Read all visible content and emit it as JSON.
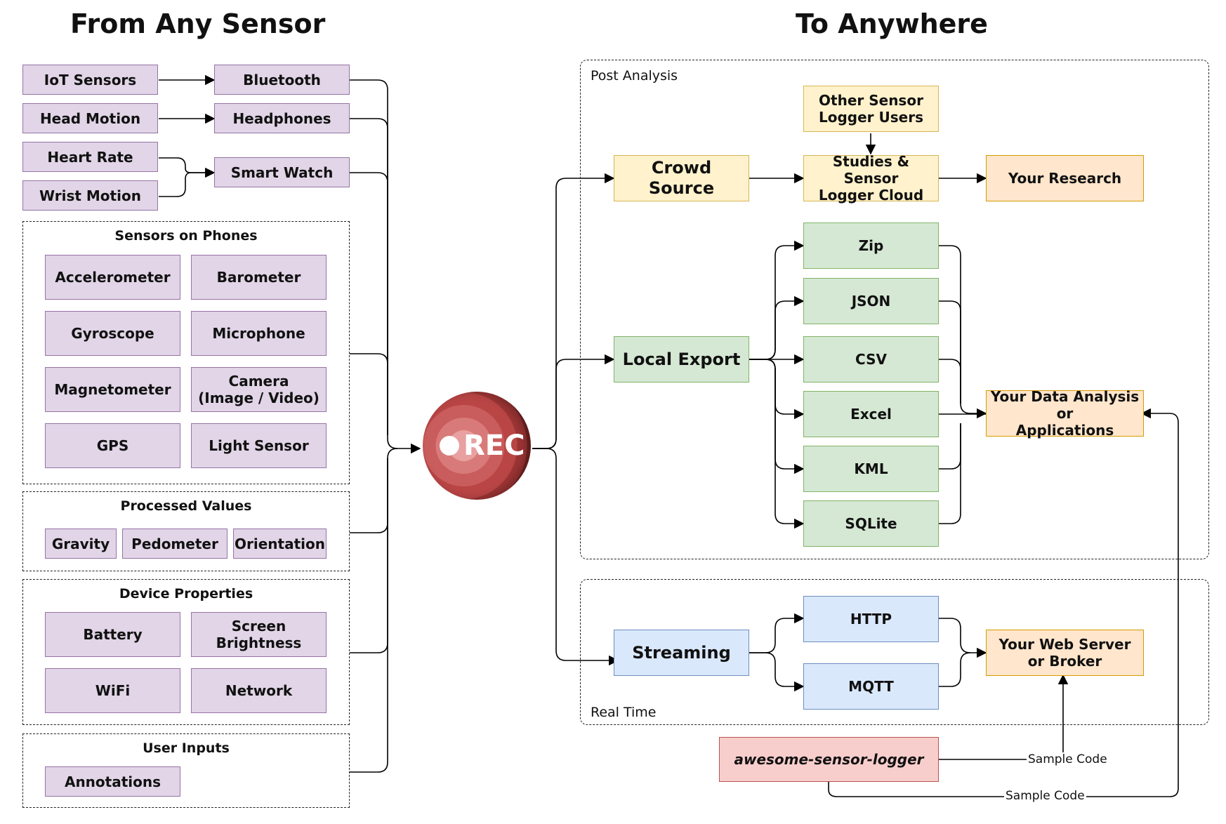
{
  "headings": {
    "left": "From Any Sensor",
    "right": "To Anywhere"
  },
  "sources": {
    "iot": "IoT Sensors",
    "head_motion": "Head Motion",
    "heart_rate": "Heart Rate",
    "wrist_motion": "Wrist Motion",
    "bluetooth": "Bluetooth",
    "headphones": "Headphones",
    "smart_watch": "Smart Watch"
  },
  "groups": {
    "phone_sensors": {
      "title": "Sensors on Phones",
      "items": [
        "Accelerometer",
        "Barometer",
        "Gyroscope",
        "Microphone",
        "Magnetometer",
        "Camera\n(Image / Video)",
        "GPS",
        "Light Sensor"
      ]
    },
    "processed": {
      "title": "Processed Values",
      "items": [
        "Gravity",
        "Pedometer",
        "Orientation"
      ]
    },
    "device": {
      "title": "Device Properties",
      "items": [
        "Battery",
        "Screen\nBrightness",
        "WiFi",
        "Network"
      ]
    },
    "user_inputs": {
      "title": "User Inputs",
      "items": [
        "Annotations"
      ]
    }
  },
  "rec": {
    "label": "REC",
    "colors": [
      "#e8a0a0",
      "#d97a7a",
      "#c95c5c",
      "#b94545",
      "#7a2525"
    ]
  },
  "post_analysis": {
    "label": "Post Analysis",
    "crowd_source": "Crowd Source",
    "other_users": "Other Sensor\nLogger Users",
    "cloud": "Studies & Sensor\nLogger Cloud",
    "research": "Your Research",
    "local_export": "Local Export",
    "formats": [
      "Zip",
      "JSON",
      "CSV",
      "Excel",
      "KML",
      "SQLite"
    ],
    "analysis": "Your Data Analysis or\nApplications"
  },
  "real_time": {
    "label": "Real Time",
    "streaming": "Streaming",
    "http": "HTTP",
    "mqtt": "MQTT",
    "server": "Your Web Server\nor Broker"
  },
  "awesome": {
    "label": "awesome-sensor-logger",
    "sample_code_1": "Sample Code",
    "sample_code_2": "Sample Code"
  },
  "colors": {
    "purple_fill": "#e1d5e7",
    "purple_stroke": "#9673a6",
    "green_fill": "#d5e8d4",
    "green_stroke": "#82b366",
    "yellow_fill": "#fff2cc",
    "yellow_stroke": "#d6b656",
    "orange_fill": "#ffe6cc",
    "orange_stroke": "#d79b00",
    "blue_fill": "#dae8fc",
    "blue_stroke": "#6c8ebf",
    "red_fill": "#f8cecc",
    "red_stroke": "#b85450"
  }
}
